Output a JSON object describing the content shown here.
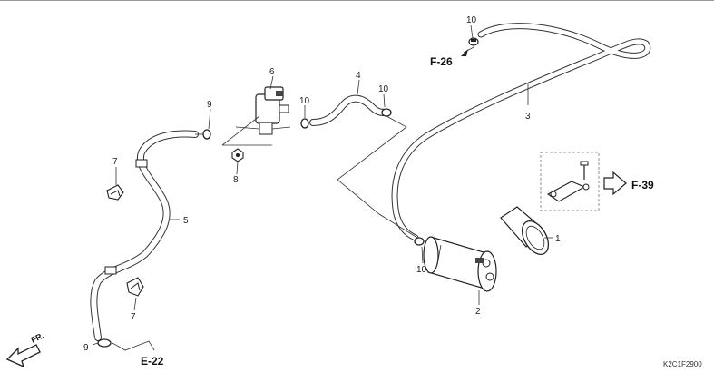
{
  "callouts": {
    "c10_top": "10",
    "c6": "6",
    "c4": "4",
    "c10_a": "10",
    "c10_b": "10",
    "c9_top": "9",
    "c3": "3",
    "c7_top": "7",
    "c8": "8",
    "c5": "5",
    "c1": "1",
    "c10_c": "10",
    "c2": "2",
    "c7_bottom": "7",
    "c9_bottom": "9"
  },
  "refs": {
    "f26": "F-26",
    "f39": "F-39",
    "e22": "E-22"
  },
  "direction_label": "FR.",
  "diagram_code": "K2C1F2900"
}
